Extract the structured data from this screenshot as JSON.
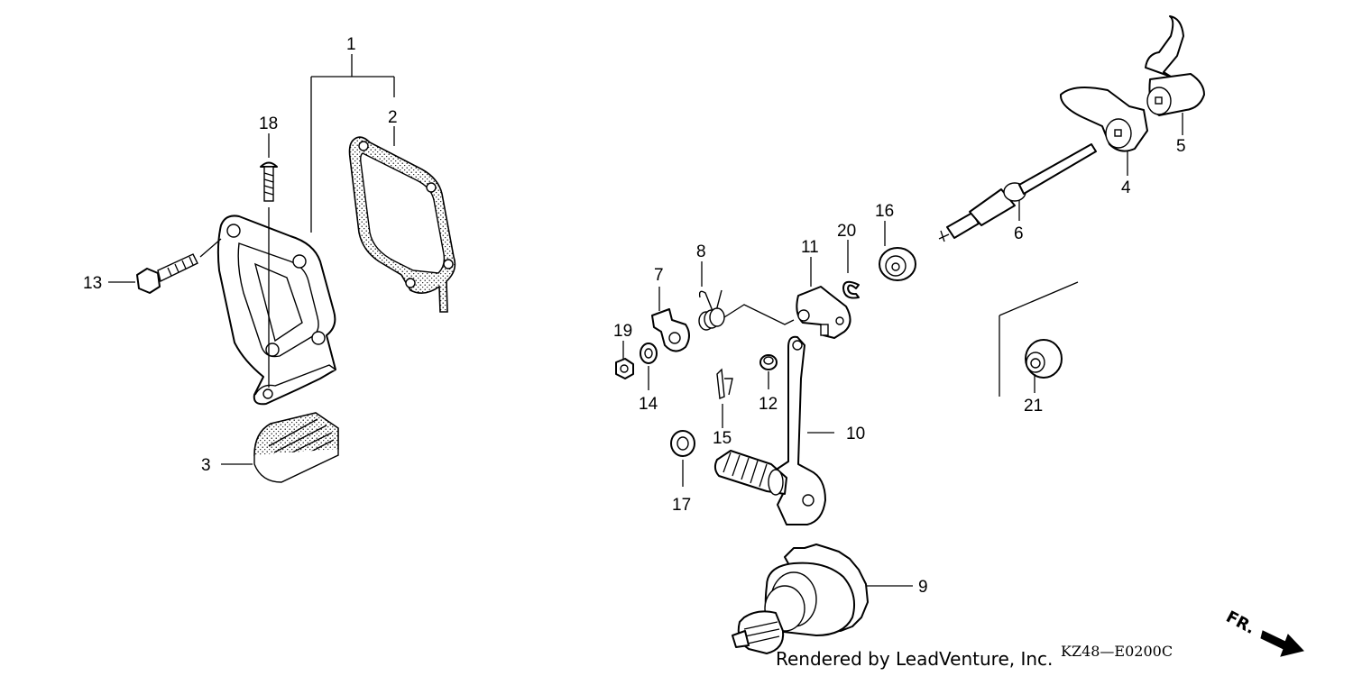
{
  "diagram": {
    "callouts": [
      "1",
      "2",
      "3",
      "4",
      "5",
      "6",
      "7",
      "8",
      "9",
      "10",
      "11",
      "12",
      "13",
      "14",
      "15",
      "16",
      "17",
      "18",
      "19",
      "20",
      "21"
    ],
    "footer": {
      "credit": "Rendered by LeadVenture, Inc.",
      "code": "KZ48—E0200C",
      "direction": "FR."
    }
  }
}
